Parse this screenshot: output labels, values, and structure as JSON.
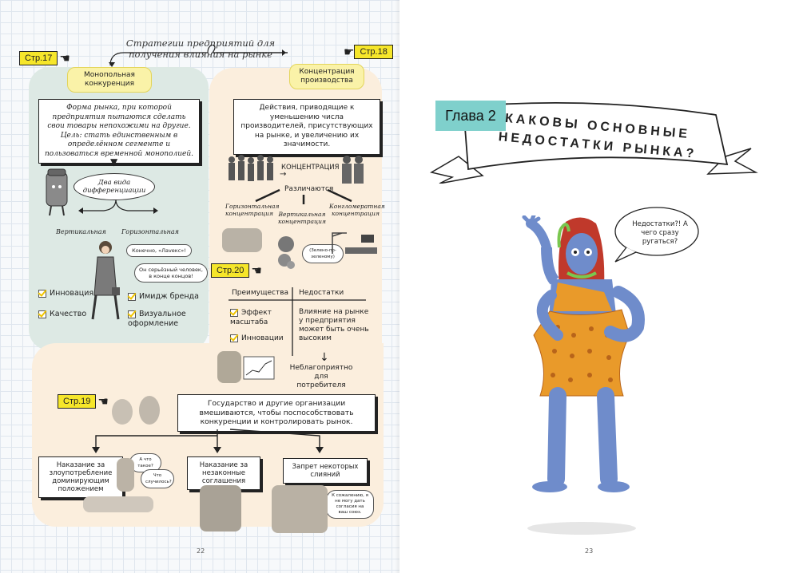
{
  "left_page": {
    "title": "Стратегии предприятий для получения влияния на рынке",
    "page_number": "22",
    "refs": {
      "p17": "Стр.17",
      "p18": "Стр.18",
      "p19": "Стр.19",
      "p20": "Стр.20"
    },
    "monopoly": {
      "label": "Монопольная конкуренция",
      "definition": "Форма рынка, при которой предприятия пытаются сделать свои товары непохожими на другие. Цель: стать единственным в определённом сегменте и пользоваться временной монополией.",
      "two_types": "Два вида дифференциации",
      "vertical": "Вертикальная",
      "horizontal": "Горизонтальная",
      "speech_1": "Конечно, «Лаvекс»!",
      "speech_2": "Он серьёзный человек, в конце концов!",
      "checks_left": [
        "Инновация",
        "Качество"
      ],
      "checks_right": [
        "Имидж бренда",
        "Визуальное оформление"
      ]
    },
    "concentration": {
      "label": "Концентрация производства",
      "definition": "Действия, приводящие к уменьшению числа производителей, присутствующих на рынке, и увеличению их значимости.",
      "concentration_label": "КОНЦЕНТРАЦИЯ",
      "distinguish": "Различаются",
      "types": [
        "Горизонтальная концентрация",
        "Вертикальная концентрация",
        "Конгломератная концентрация"
      ],
      "speech": "(Зелено-по-зеленому)",
      "advantages_header": "Преимущества",
      "disadvantages_header": "Недостатки",
      "advantages": [
        "Эффект масштаба",
        "Инновации"
      ],
      "disadvantage_text": "Влияние на рынке у предприятия может быть очень высоким",
      "unfavorable": "Неблагоприятно для потребителя"
    },
    "state": {
      "box": "Государство и другие организации вмешиваются, чтобы поспособствовать конкуренции и контролировать рынок.",
      "outcomes": [
        "Наказание за злоупотребление доминирующим положением",
        "Наказание за незаконные соглашения",
        "Запрет некоторых слияний"
      ],
      "speech_1": "А что такое?",
      "speech_2": "Что случилось?",
      "speech_3": "К сожалению, я не могу дать согласия на ваш союз."
    }
  },
  "right_page": {
    "chapter_tag": "Глава 2",
    "chapter_title_line1": "КАКОВЫ ОСНОВНЫЕ",
    "chapter_title_line2": "НЕДОСТАТКИ РЫНКА?",
    "speech": "Недостатки?! А чего сразу ругаться?",
    "page_number": "23"
  },
  "colors": {
    "teal": "#dde9e4",
    "peach": "#fbeedd",
    "yellow": "#f6e62a",
    "chapter_tab": "#7fd0cc",
    "skin": "#6f8ccb",
    "dress": "#e99a2a",
    "hair": "#c0392b"
  }
}
